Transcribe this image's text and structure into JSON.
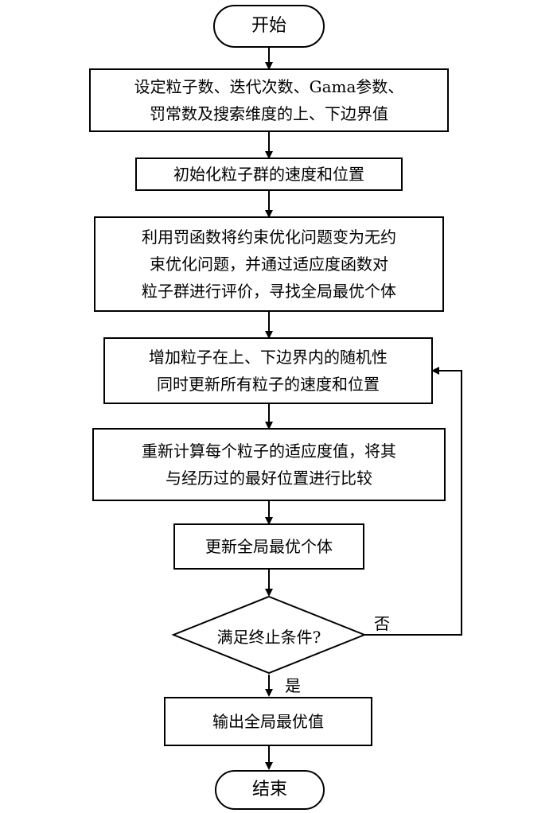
{
  "flowchart": {
    "start": "开始",
    "step1": [
      "设定粒子数、迭代次数、Gama参数、",
      "罚常数及搜索维度的上、下边界值"
    ],
    "step2": "初始化粒子群的速度和位置",
    "step3": [
      "利用罚函数将约束优化问题变为无约",
      "束优化问题，并通过适应度函数对",
      "粒子群进行评价，寻找全局最优个体"
    ],
    "step4": [
      "增加粒子在上、下边界内的随机性",
      "同时更新所有粒子的速度和位置"
    ],
    "step5": [
      "重新计算每个粒子的适应度值，将其",
      "与经历过的最好位置进行比较"
    ],
    "step6": "更新全局最优个体",
    "decision": "满足终止条件?",
    "no_label": "否",
    "yes_label": "是",
    "output": "输出全局最优值",
    "end": "结束"
  }
}
